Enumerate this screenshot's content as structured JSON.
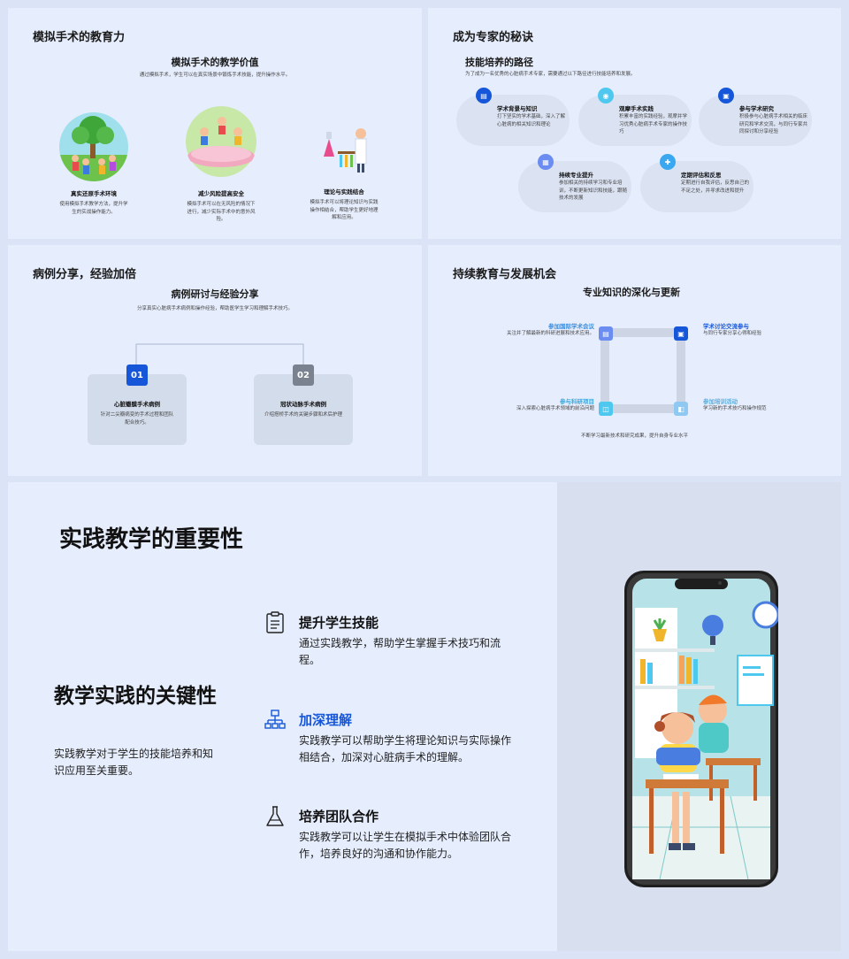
{
  "p1": {
    "title": "模拟手术的教育力",
    "subtitle": "模拟手术的教学价值",
    "desc": "通过模拟手术，学生可以在真实场景中锻炼手术技能，提升操作水平。",
    "cols": [
      {
        "title": "真实还原手术环境",
        "desc": "使用模拟手术教学方法，提升学生的实战操作能力。"
      },
      {
        "title": "减少风险提高安全",
        "desc": "模拟手术可以在无风险的情况下进行，减少实际手术中的意外风险。"
      },
      {
        "title": "理论与实践结合",
        "desc": "模拟手术可以将理论知识与实践操作相结合，帮助学生更好地理解和应用。"
      }
    ]
  },
  "p2": {
    "title": "成为专家的秘诀",
    "subtitle": "技能培养的路径",
    "desc": "为了成为一名优秀的心脏病手术专家，需要通过以下路径进行技能培养和发展。",
    "items": [
      {
        "title": "学术背景与知识",
        "desc": "打下坚实的学术基础，深入了解心脏病的相关知识和理论"
      },
      {
        "title": "观摩手术实践",
        "desc": "积累丰富的实践经验，观摩并学习优秀心脏病手术专家的操作技巧"
      },
      {
        "title": "参与学术研究",
        "desc": "积极参与心脏病手术相关的临床研究和学术交流，与同行专家共同探讨和分享经验"
      },
      {
        "title": "持续专业提升",
        "desc": "参加相关的持续学习和专业培训，不断更新知识和技能，跟随技术的发展"
      },
      {
        "title": "定期评估和反思",
        "desc": "定期进行自我评估，反思自己的不足之处，并寻求改进和提升"
      }
    ],
    "colors": [
      "#1557d8",
      "#4fc8f0",
      "#1557d8",
      "#6b8cf0",
      "#3aa8f0"
    ]
  },
  "p3": {
    "title": "病例分享，经验加倍",
    "subtitle": "病例研讨与经验分享",
    "desc": "分享真实心脏病手术病例和操作经验，帮助医学生学习和理解手术技巧。",
    "cards": [
      {
        "num": "01",
        "title": "心脏瓣膜手术病例",
        "desc": "针对二尖瓣病变的手术过程和团队配合技巧。"
      },
      {
        "num": "02",
        "title": "冠状动脉手术病例",
        "desc": "介绍搭桥手术的关键步骤和术后护理"
      }
    ]
  },
  "p4": {
    "title": "持续教育与发展机会",
    "subtitle": "专业知识的深化与更新",
    "nodes": [
      {
        "title": "参加国际学术会议",
        "desc": "关注并了解最新的科研进展和技术应用。"
      },
      {
        "title": "学术讨论交流参与",
        "desc": "与同行专家分享心得和经验"
      },
      {
        "title": "参与科研项目",
        "desc": "深入探索心脏病手术领域的前沿问题"
      },
      {
        "title": "参加培训活动",
        "desc": "学习新的手术技巧和操作规范"
      }
    ],
    "footer": "不断学习最新技术和研究成果，提升自身专业水平"
  },
  "p5": {
    "title": "实践教学的重要性",
    "left_title": "教学实践的关键性",
    "left_desc": "实践教学对于学生的技能培养和知识应用至关重要。",
    "items": [
      {
        "title": "提升学生技能",
        "desc": "通过实践教学，帮助学生掌握手术技巧和流程。"
      },
      {
        "title": "加深理解",
        "desc": "实践教学可以帮助学生将理论知识与实际操作相结合，加深对心脏病手术的理解。"
      },
      {
        "title": "培养团队合作",
        "desc": "实践教学可以让学生在模拟手术中体验团队合作，培养良好的沟通和协作能力。"
      }
    ],
    "accent": "#1557d8"
  }
}
